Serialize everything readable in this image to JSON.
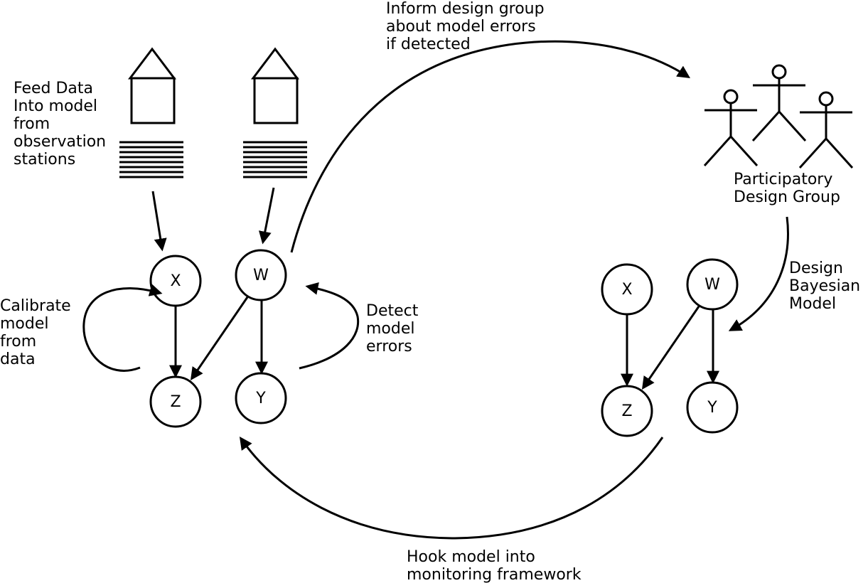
{
  "labels": {
    "feed_data": "Feed Data\nInto model\nfrom\nobservation\nstations",
    "inform": "Inform design group\nabout model errors\nif detected",
    "participatory": "Participatory\nDesign Group",
    "calibrate": "Calibrate\nmodel\nfrom\ndata",
    "detect": "Detect\nmodel\nerrors",
    "design": "Design\nBayesian\nModel",
    "hook": "Hook model into\nmonitoring framework"
  },
  "left_model": {
    "nodes": {
      "x": "X",
      "w": "W",
      "z": "Z",
      "y": "Y"
    }
  },
  "right_model": {
    "nodes": {
      "x": "X",
      "w": "W",
      "z": "Z",
      "y": "Y"
    }
  }
}
